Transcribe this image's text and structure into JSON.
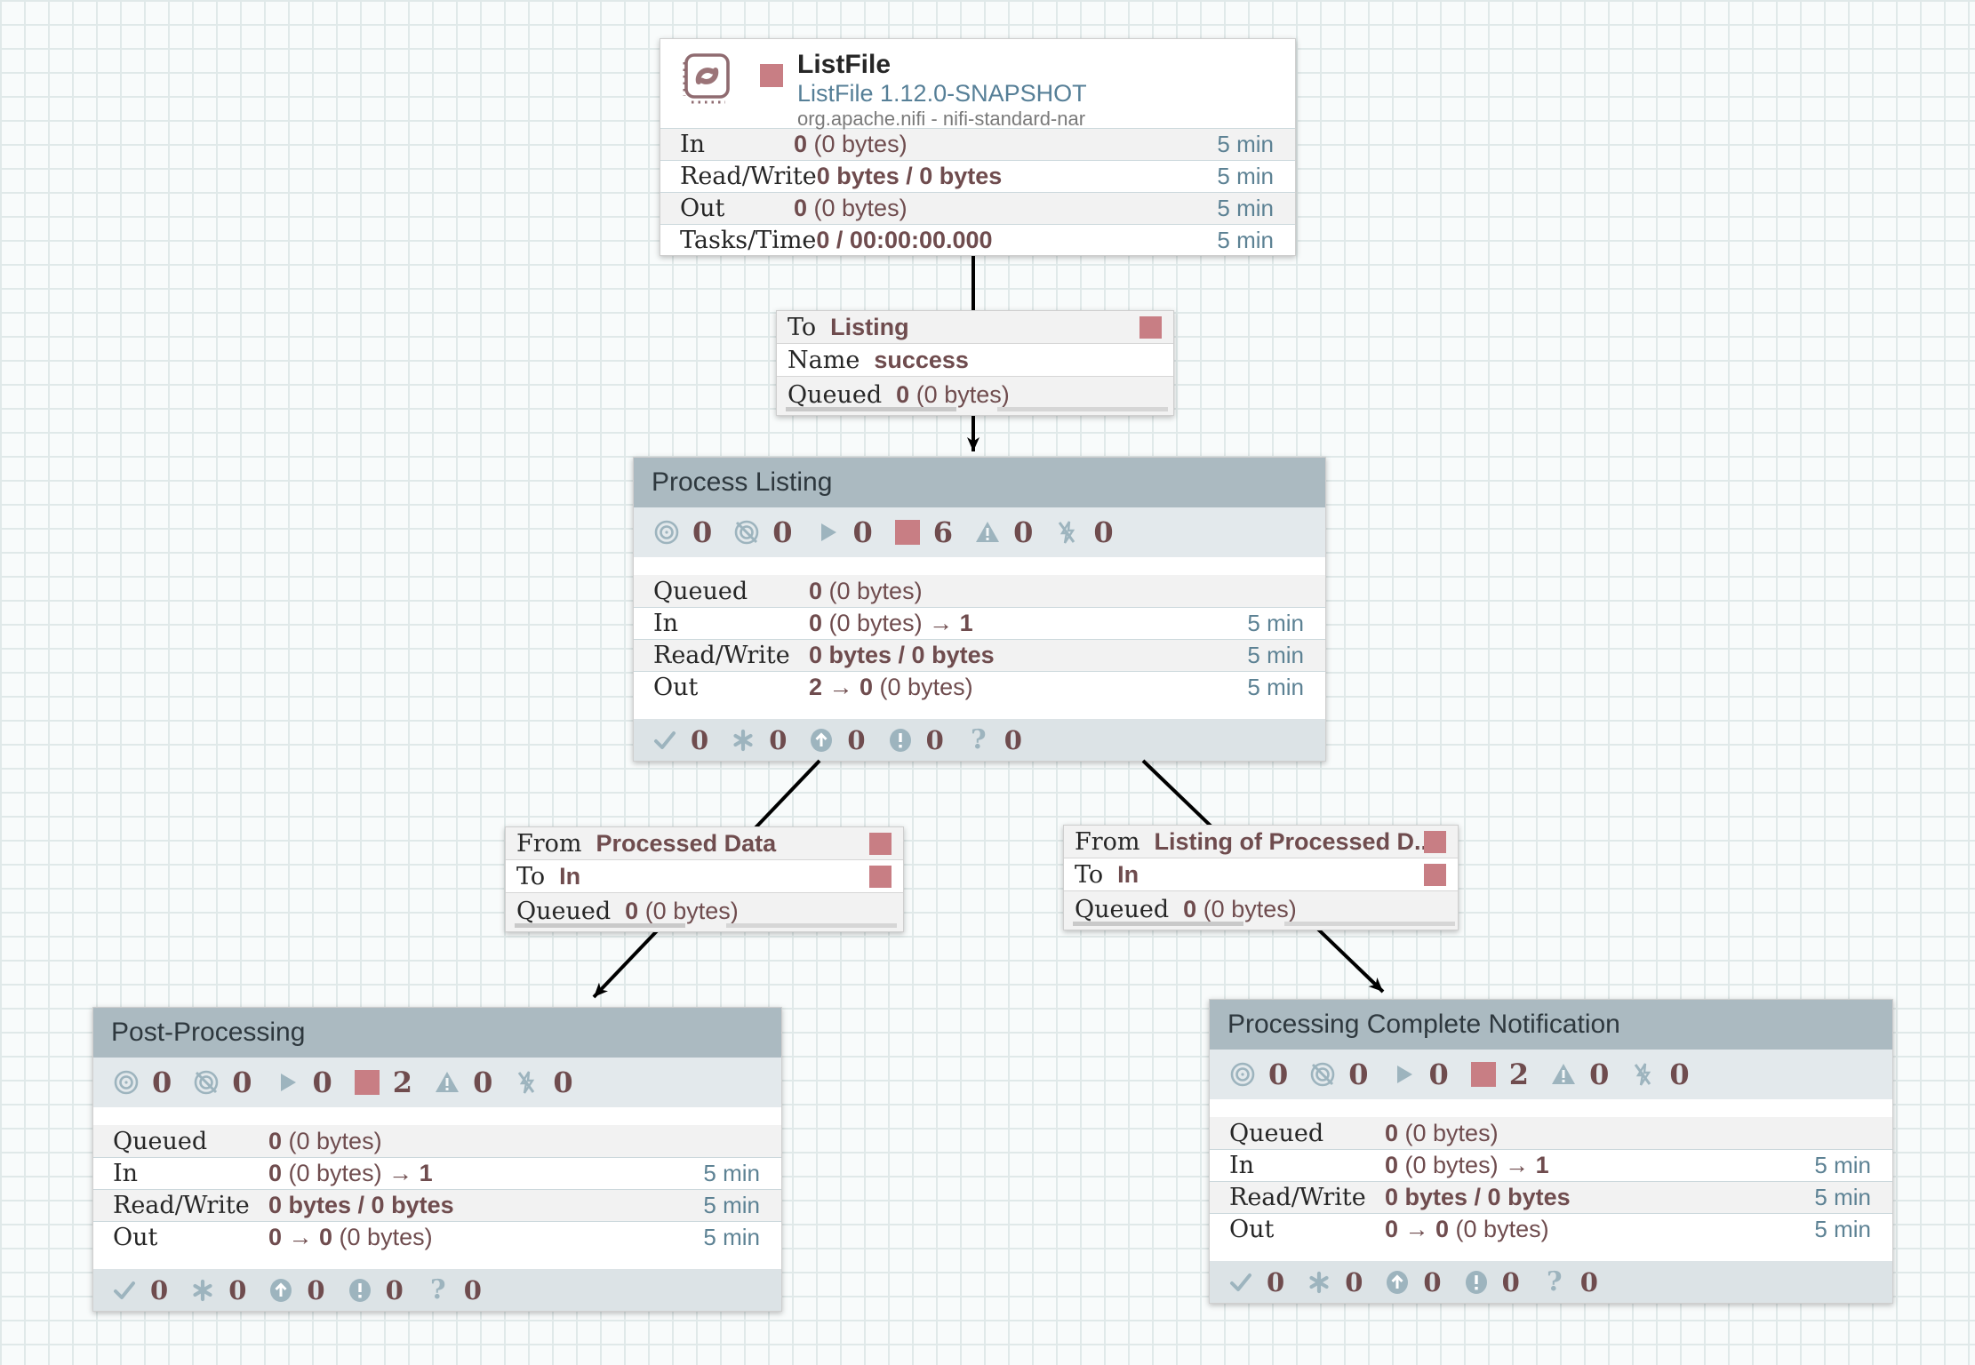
{
  "canvas": {
    "grid_color": "#e0e9e9",
    "background": "#f8fbfb"
  },
  "colors": {
    "stopped_state": "#c87e84",
    "value_text": "#6f4c4e",
    "time_window": "#5d8294",
    "group_header": "#abbac1",
    "status_icon": "#9db4be",
    "processor_type": "#567f97"
  },
  "processor": {
    "name": "ListFile",
    "type": "ListFile 1.12.0-SNAPSHOT",
    "bundle": "org.apache.nifi - nifi-standard-nar",
    "state": "stopped",
    "rows": [
      {
        "label": "In",
        "v1": "0",
        "v2": " (0 bytes)",
        "v3": "",
        "window": "5 min"
      },
      {
        "label": "Read/Write",
        "v1": "0 bytes / 0 bytes",
        "v2": "",
        "v3": "",
        "window": "5 min"
      },
      {
        "label": "Out",
        "v1": "0",
        "v2": " (0 bytes)",
        "v3": "",
        "window": "5 min"
      },
      {
        "label": "Tasks/Time",
        "v1": "0 / 00:00:00.000",
        "v2": "",
        "v3": "",
        "window": "5 min"
      }
    ]
  },
  "connections": [
    {
      "rows": [
        {
          "label": "To",
          "bold": "Listing",
          "rest": ""
        },
        {
          "label": "Name",
          "bold": "success",
          "rest": ""
        },
        {
          "label": "Queued",
          "bold": "0",
          "rest": " (0 bytes)"
        }
      ]
    },
    {
      "rows": [
        {
          "label": "From",
          "bold": "Processed Data",
          "rest": ""
        },
        {
          "label": "To",
          "bold": "In",
          "rest": ""
        },
        {
          "label": "Queued",
          "bold": "0",
          "rest": " (0 bytes)"
        }
      ]
    },
    {
      "rows": [
        {
          "label": "From",
          "bold": "Listing of Processed D...",
          "rest": ""
        },
        {
          "label": "To",
          "bold": "In",
          "rest": ""
        },
        {
          "label": "Queued",
          "bold": "0",
          "rest": " (0 bytes)"
        }
      ]
    }
  ],
  "groups": [
    {
      "title": "Process Listing",
      "status_counts": [
        {
          "name": "transmitting",
          "value": "0"
        },
        {
          "name": "not-transmitting",
          "value": "0"
        },
        {
          "name": "running",
          "value": "0"
        },
        {
          "name": "stopped",
          "value": "6"
        },
        {
          "name": "invalid",
          "value": "0"
        },
        {
          "name": "disabled",
          "value": "0"
        }
      ],
      "rows": [
        {
          "label": "Queued",
          "v1": "0",
          "v2": " (0 bytes)",
          "v3": "",
          "window": ""
        },
        {
          "label": "In",
          "v1": "0",
          "v2": " (0 bytes) ",
          "v3": "→ 1",
          "window": "5 min"
        },
        {
          "label": "Read/Write",
          "v1": "0 bytes / 0 bytes",
          "v2": "",
          "v3": "",
          "window": "5 min"
        },
        {
          "label": "Out",
          "v1": "2 → 0",
          "v2": " (0 bytes)",
          "v3": "",
          "window": "5 min"
        }
      ],
      "version_counts": [
        {
          "name": "up-to-date",
          "value": "0"
        },
        {
          "name": "locally-modified",
          "value": "0"
        },
        {
          "name": "stale",
          "value": "0"
        },
        {
          "name": "locally-modified-and-stale",
          "value": "0"
        },
        {
          "name": "sync-failure",
          "value": "0"
        }
      ]
    },
    {
      "title": "Post-Processing",
      "status_counts": [
        {
          "name": "transmitting",
          "value": "0"
        },
        {
          "name": "not-transmitting",
          "value": "0"
        },
        {
          "name": "running",
          "value": "0"
        },
        {
          "name": "stopped",
          "value": "2"
        },
        {
          "name": "invalid",
          "value": "0"
        },
        {
          "name": "disabled",
          "value": "0"
        }
      ],
      "rows": [
        {
          "label": "Queued",
          "v1": "0",
          "v2": " (0 bytes)",
          "v3": "",
          "window": ""
        },
        {
          "label": "In",
          "v1": "0",
          "v2": " (0 bytes) ",
          "v3": "→ 1",
          "window": "5 min"
        },
        {
          "label": "Read/Write",
          "v1": "0 bytes / 0 bytes",
          "v2": "",
          "v3": "",
          "window": "5 min"
        },
        {
          "label": "Out",
          "v1": "0 → 0",
          "v2": " (0 bytes)",
          "v3": "",
          "window": "5 min"
        }
      ],
      "version_counts": [
        {
          "name": "up-to-date",
          "value": "0"
        },
        {
          "name": "locally-modified",
          "value": "0"
        },
        {
          "name": "stale",
          "value": "0"
        },
        {
          "name": "locally-modified-and-stale",
          "value": "0"
        },
        {
          "name": "sync-failure",
          "value": "0"
        }
      ]
    },
    {
      "title": "Processing Complete Notification",
      "status_counts": [
        {
          "name": "transmitting",
          "value": "0"
        },
        {
          "name": "not-transmitting",
          "value": "0"
        },
        {
          "name": "running",
          "value": "0"
        },
        {
          "name": "stopped",
          "value": "2"
        },
        {
          "name": "invalid",
          "value": "0"
        },
        {
          "name": "disabled",
          "value": "0"
        }
      ],
      "rows": [
        {
          "label": "Queued",
          "v1": "0",
          "v2": " (0 bytes)",
          "v3": "",
          "window": ""
        },
        {
          "label": "In",
          "v1": "0",
          "v2": " (0 bytes) ",
          "v3": "→ 1",
          "window": "5 min"
        },
        {
          "label": "Read/Write",
          "v1": "0 bytes / 0 bytes",
          "v2": "",
          "v3": "",
          "window": "5 min"
        },
        {
          "label": "Out",
          "v1": "0 → 0",
          "v2": " (0 bytes)",
          "v3": "",
          "window": "5 min"
        }
      ],
      "version_counts": [
        {
          "name": "up-to-date",
          "value": "0"
        },
        {
          "name": "locally-modified",
          "value": "0"
        },
        {
          "name": "stale",
          "value": "0"
        },
        {
          "name": "locally-modified-and-stale",
          "value": "0"
        },
        {
          "name": "sync-failure",
          "value": "0"
        }
      ]
    }
  ]
}
